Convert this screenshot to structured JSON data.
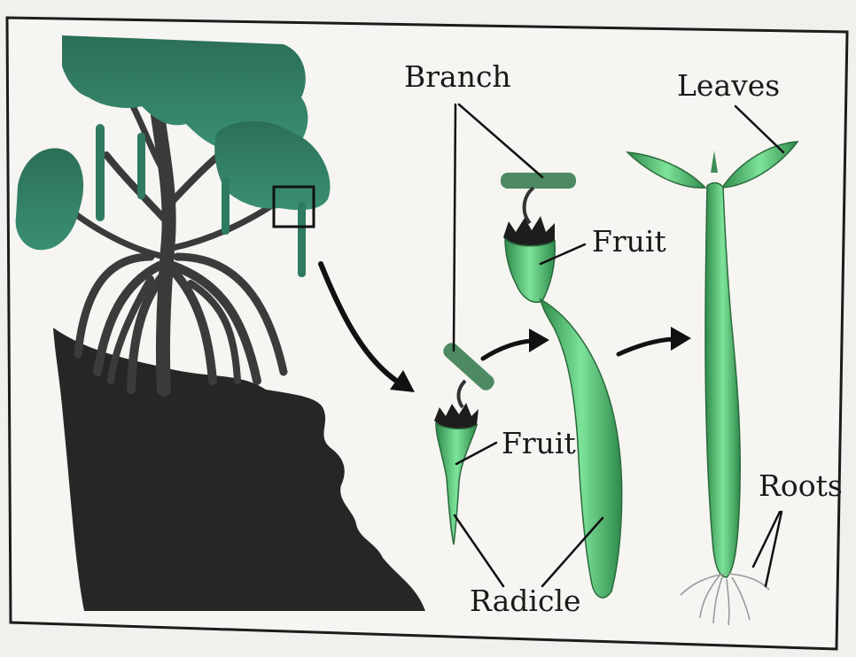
{
  "labels": {
    "branch": "Branch",
    "leaves": "Leaves",
    "fruit_top": "Fruit",
    "fruit_bottom": "Fruit",
    "roots": "Roots",
    "radicle": "Radicle"
  },
  "colors": {
    "paper": "#f3f2ee",
    "frame": "#1c1c1c",
    "ground": "#262626",
    "canopy": "#2f7a63",
    "canopy_dark": "#1f5a47",
    "trunk": "#3a3a3a",
    "seedling": "#5fd07e",
    "seedling_dark": "#2f8a4a",
    "arrow": "#111111"
  }
}
